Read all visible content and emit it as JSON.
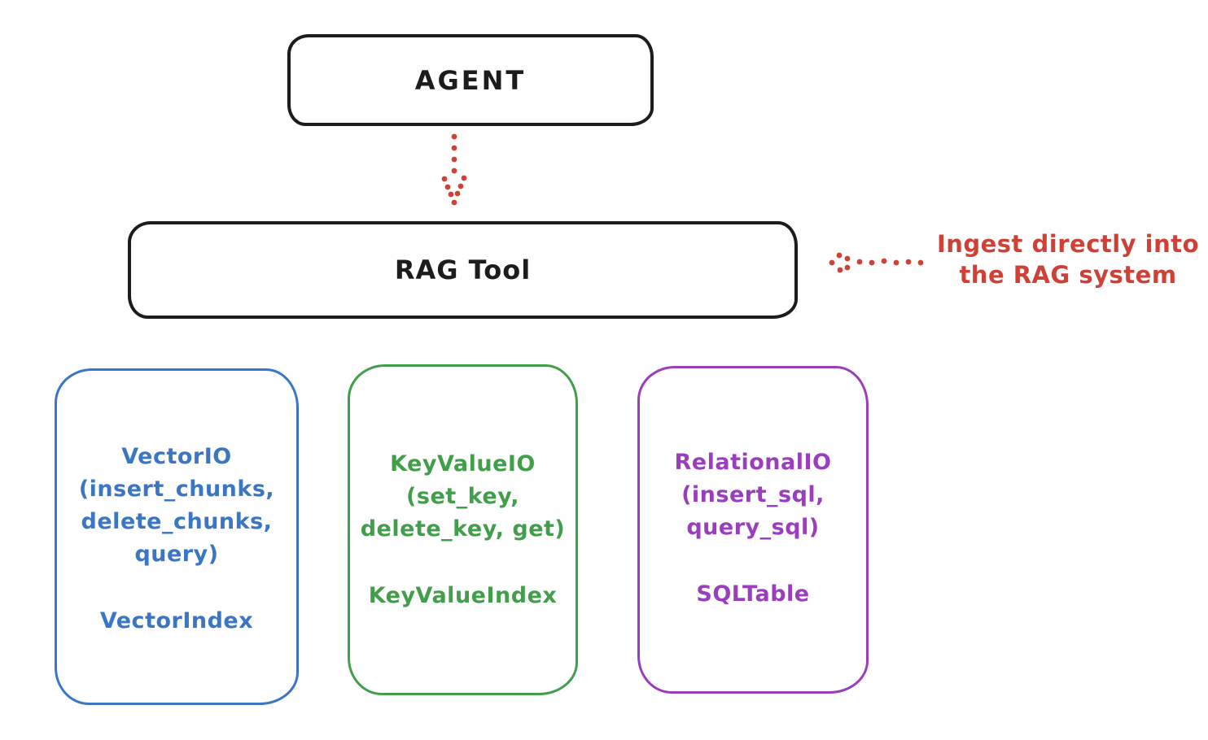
{
  "colors": {
    "background": "#ffffff",
    "ink": "#1c1c1c",
    "red": "#cf4037",
    "blue": "#3b76c5",
    "green": "#429e4a",
    "purple": "#9a3ebe"
  },
  "agent": {
    "label": "AGENT"
  },
  "rag_tool": {
    "label": "RAG Tool"
  },
  "annotation": {
    "line1": "Ingest directly into",
    "line2": "the RAG system"
  },
  "icons": {
    "agent_to_rag_arrow": "dotted-down-arrow",
    "annotation_to_rag_arrow": "dotted-left-arrow"
  },
  "backends": [
    {
      "id": "vector",
      "color": "#3b76c5",
      "lines": [
        "VectorIO",
        "(insert_chunks,",
        "delete_chunks,",
        "query)"
      ],
      "index_label": "VectorIndex"
    },
    {
      "id": "keyvalue",
      "color": "#429e4a",
      "lines": [
        "KeyValueIO",
        "(set_key,",
        "delete_key, get)"
      ],
      "index_label": "KeyValueIndex"
    },
    {
      "id": "relational",
      "color": "#9a3ebe",
      "lines": [
        "RelationalIO",
        "(insert_sql,",
        "query_sql)"
      ],
      "index_label": "SQLTable"
    }
  ]
}
